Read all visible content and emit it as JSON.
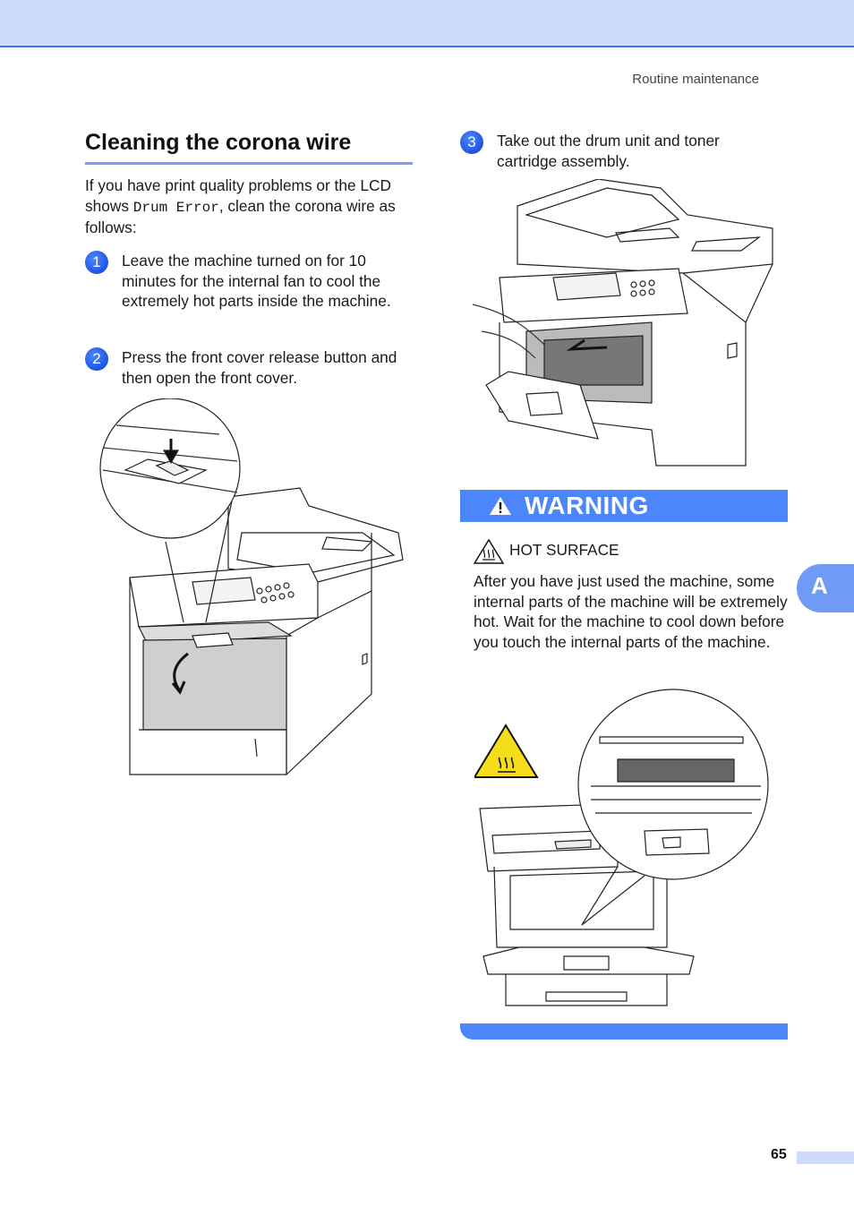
{
  "header": {
    "running_title": "Routine maintenance"
  },
  "section": {
    "title": "Cleaning the corona wire",
    "intro_before": "If you have print quality problems or the LCD shows ",
    "intro_code": "Drum Error",
    "intro_after": ", clean the corona wire as follows:"
  },
  "steps": [
    {
      "number": "1",
      "text": "Leave the machine turned on for 10 minutes for the internal fan to cool the extremely hot parts inside the machine."
    },
    {
      "number": "2",
      "text": "Press the front cover release button and then open the front cover."
    },
    {
      "number": "3",
      "text": "Take out the drum unit and toner cartridge assembly."
    }
  ],
  "warning": {
    "label": "WARNING",
    "hazard_label": "HOT SURFACE",
    "body": "After you have just used the machine, some internal parts of the machine will be extremely hot. Wait for the machine to cool down before you touch the internal parts of the machine."
  },
  "side_tab": {
    "label": "A"
  },
  "footer": {
    "page_number": "65"
  },
  "icons": {
    "warning": "warning-triangle-icon",
    "hot_surface": "hot-surface-icon"
  },
  "colors": {
    "accent": "#4b86fb",
    "header_band": "#cddcfb",
    "step_bullet": "#1a55f0",
    "hot_symbol": "#f5dd1c"
  }
}
